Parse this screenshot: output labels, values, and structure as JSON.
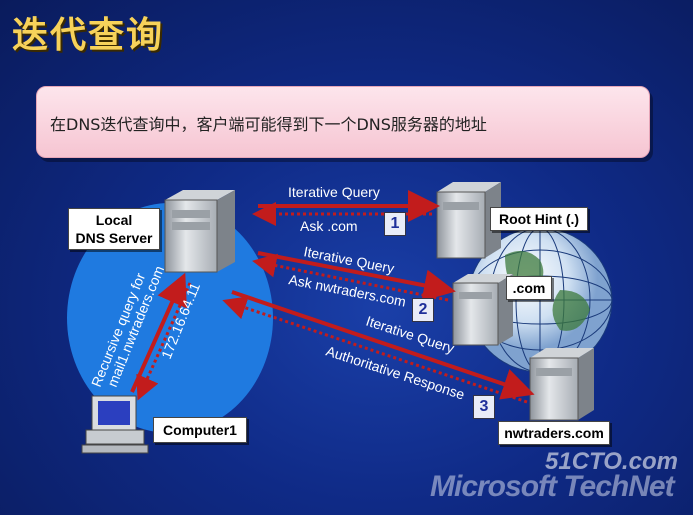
{
  "title": "迭代查询",
  "banner": "在DNS迭代查询中，客户端可能得到下一个DNS服务器的地址",
  "nodes": {
    "local_line1": "Local",
    "local_line2": "DNS Server",
    "root": "Root Hint (.)",
    "com": ".com",
    "nwtraders": "nwtraders.com",
    "computer": "Computer1"
  },
  "arrows": {
    "iq1": "Iterative Query",
    "ask_com": "Ask .com",
    "iq2": "Iterative Query",
    "ask_nw": "Ask nwtraders.com",
    "iq3": "Iterative Query",
    "auth": "Authoritative Response",
    "recursive_line1": "Recursive query for",
    "recursive_line2": "mail1.nwtraders.com",
    "ip": "172.16.64.11"
  },
  "steps": [
    "1",
    "2",
    "3"
  ],
  "watermark": {
    "site": "51CTO.com",
    "brand": "Microsoft TechNet"
  },
  "colors": {
    "title": "#f7d25a",
    "arrow": "#b01818",
    "bubble": "#1e73d6",
    "banner": "#f8d0dc"
  }
}
